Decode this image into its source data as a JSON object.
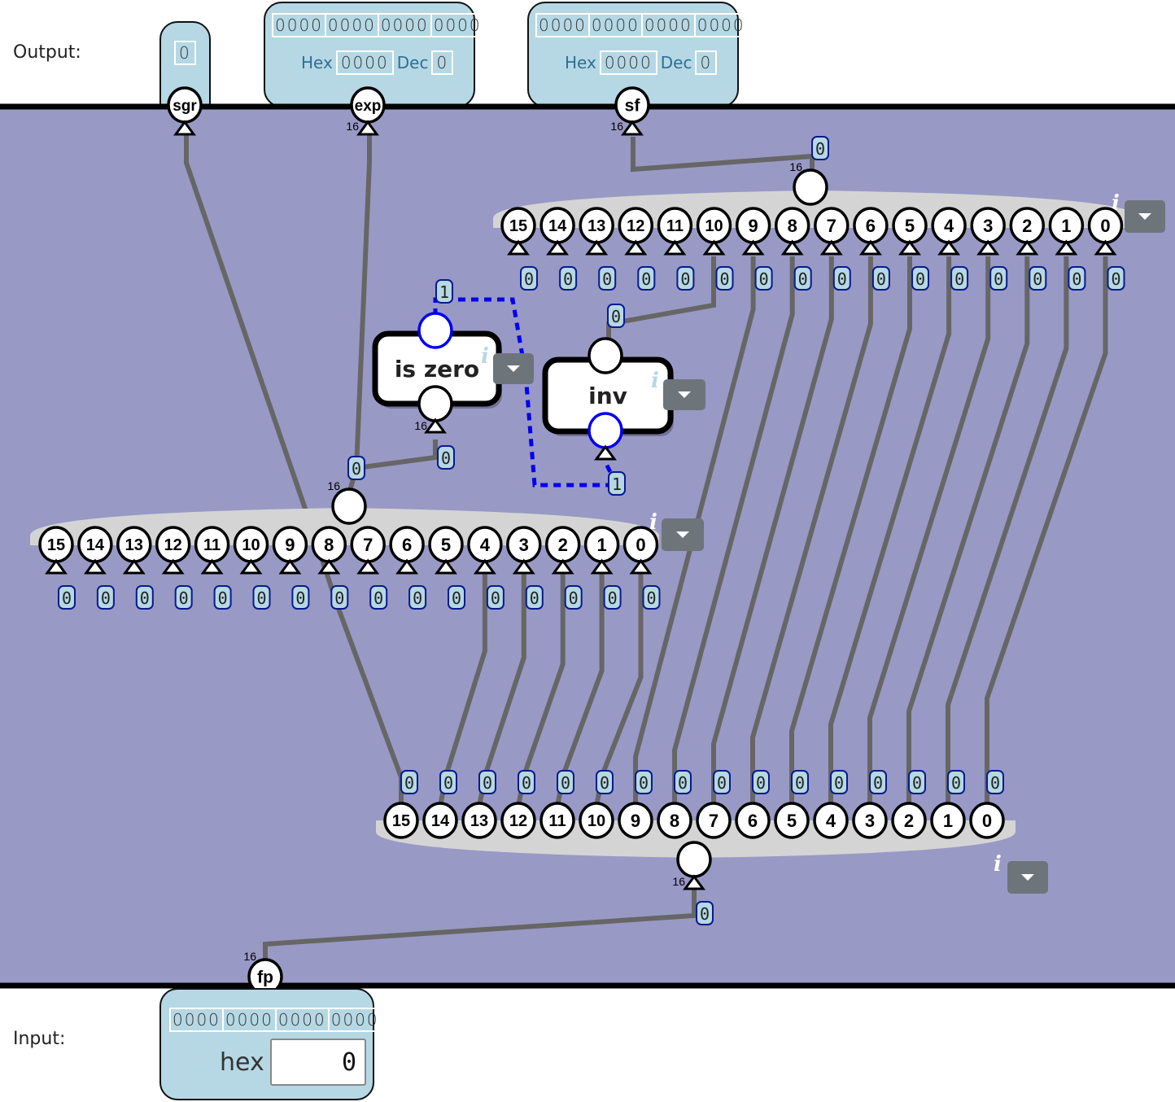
{
  "labels": {
    "output": "Output:",
    "input": "Input:"
  },
  "colors": {
    "canvas": "#9999c6",
    "panel": "#b5d8e4",
    "wire": "#666666",
    "active_wire": "#0000ee",
    "splitter": "#d4d4d4",
    "menu_button": "#6d757b",
    "value_badge_border": "#0a1a8c",
    "hexdec_text": "#2f6f96"
  },
  "outputs": [
    {
      "id": "sgr",
      "pin_label": "sgr",
      "bits": "0",
      "width": 1
    },
    {
      "id": "exp",
      "pin_label": "exp",
      "width": 16,
      "bit_groups": [
        "0000",
        "0000",
        "0000",
        "0000"
      ],
      "hex_label": "Hex",
      "hex": "0000",
      "dec_label": "Dec",
      "dec": "0"
    },
    {
      "id": "sf",
      "pin_label": "sf",
      "width": 16,
      "bit_groups": [
        "0000",
        "0000",
        "0000",
        "0000"
      ],
      "hex_label": "Hex",
      "hex": "0000",
      "dec_label": "Dec",
      "dec": "0"
    }
  ],
  "input": {
    "id": "fp",
    "pin_label": "fp",
    "width": 16,
    "bit_groups": [
      "0000",
      "0000",
      "0000",
      "0000"
    ],
    "format_label": "hex",
    "value": "0"
  },
  "gates": [
    {
      "id": "is-zero",
      "label": "is zero",
      "input_width": 16,
      "input_value": "0",
      "output_value": "1",
      "info": "i",
      "menu": "▾"
    },
    {
      "id": "inv",
      "label": "inv",
      "input_value": "1",
      "output_value": "0",
      "info": "i",
      "menu": "▾"
    }
  ],
  "splitters": {
    "bit_labels": [
      "15",
      "14",
      "13",
      "12",
      "11",
      "10",
      "9",
      "8",
      "7",
      "6",
      "5",
      "4",
      "3",
      "2",
      "1",
      "0"
    ],
    "bus_width_label": "16",
    "top_right": {
      "bus_value": "0",
      "bit_values": [
        "0",
        "0",
        "0",
        "0",
        "0",
        "0",
        "0",
        "0",
        "0",
        "0",
        "0",
        "0",
        "0",
        "0",
        "0",
        "0"
      ]
    },
    "middle_left": {
      "bus_value": "0",
      "bit_values": [
        "0",
        "0",
        "0",
        "0",
        "0",
        "0",
        "0",
        "0",
        "0",
        "0",
        "0",
        "0",
        "0",
        "0",
        "0",
        "0"
      ]
    },
    "bottom": {
      "bus_value": "0",
      "bit_values": [
        "0",
        "0",
        "0",
        "0",
        "0",
        "0",
        "0",
        "0",
        "0",
        "0",
        "0",
        "0",
        "0",
        "0",
        "0",
        "0"
      ]
    }
  },
  "wire_values": {
    "exp_bus": "0",
    "is_zero_in": "0"
  },
  "info_glyph": "i",
  "menu_glyph": "▾"
}
